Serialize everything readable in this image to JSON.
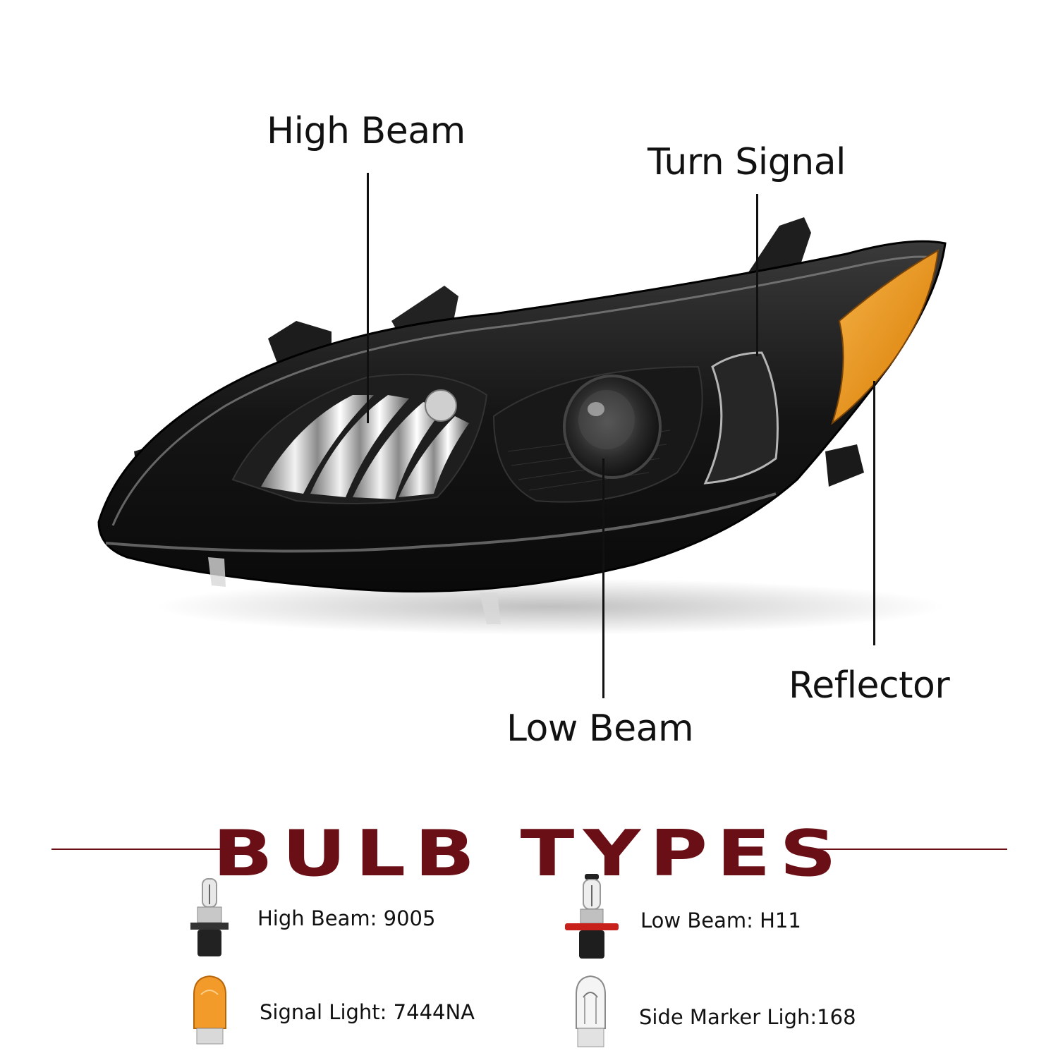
{
  "callouts": {
    "high_beam": "High Beam",
    "turn_signal": "Turn Signal",
    "low_beam": "Low Beam",
    "reflector": "Reflector"
  },
  "bulb_section": {
    "title": "BULB TYPES",
    "items": [
      {
        "label": "High Beam: 9005",
        "icon": "halogen-9005-bulb-icon"
      },
      {
        "label": "Low Beam: H11",
        "icon": "halogen-h11-bulb-icon"
      },
      {
        "label": "Signal Light: 7444NA",
        "icon": "amber-wedge-bulb-icon"
      },
      {
        "label": "Side Marker Ligh:168",
        "icon": "clear-wedge-bulb-icon"
      }
    ]
  },
  "colors": {
    "title_color": "#6b0f17",
    "housing": "#1a1a1a",
    "amber": "#e3901c"
  }
}
